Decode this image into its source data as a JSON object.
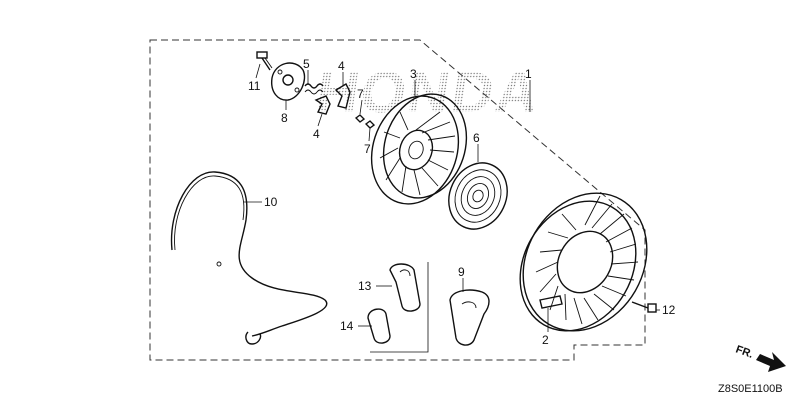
{
  "diagram": {
    "brand_watermark": "HONDA",
    "drawing_code": "Z8S0E1100B",
    "direction_label": "FR.",
    "parts": [
      {
        "ref": "1"
      },
      {
        "ref": "2"
      },
      {
        "ref": "3"
      },
      {
        "ref": "4"
      },
      {
        "ref": "4"
      },
      {
        "ref": "5"
      },
      {
        "ref": "6"
      },
      {
        "ref": "7"
      },
      {
        "ref": "7"
      },
      {
        "ref": "8"
      },
      {
        "ref": "9"
      },
      {
        "ref": "10"
      },
      {
        "ref": "11"
      },
      {
        "ref": "12"
      },
      {
        "ref": "13"
      },
      {
        "ref": "14"
      }
    ]
  }
}
